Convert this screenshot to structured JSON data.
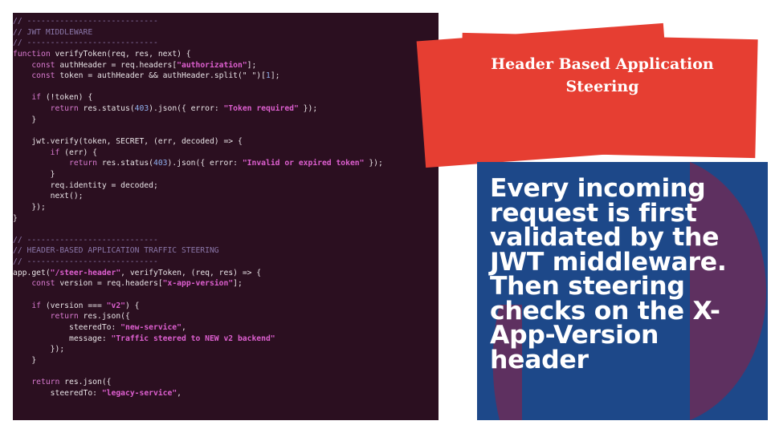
{
  "code_editor": {
    "lines": [
      [
        {
          "t": "comment",
          "v": "// ----------------------------"
        }
      ],
      [
        {
          "t": "comment",
          "v": "// JWT MIDDLEWARE"
        }
      ],
      [
        {
          "t": "comment",
          "v": "// ----------------------------"
        }
      ],
      [
        {
          "t": "keyword",
          "v": "function"
        },
        {
          "t": "plain",
          "v": " verifyToken(req, res, next) {"
        }
      ],
      [
        {
          "t": "plain",
          "v": "    "
        },
        {
          "t": "keyword",
          "v": "const"
        },
        {
          "t": "plain",
          "v": " authHeader = req.headers["
        },
        {
          "t": "string",
          "v": "\"authorization\""
        },
        {
          "t": "plain",
          "v": "];"
        }
      ],
      [
        {
          "t": "plain",
          "v": "    "
        },
        {
          "t": "keyword",
          "v": "const"
        },
        {
          "t": "plain",
          "v": " token = authHeader && authHeader.split(\" \")["
        },
        {
          "t": "number",
          "v": "1"
        },
        {
          "t": "plain",
          "v": "];"
        }
      ],
      [],
      [
        {
          "t": "plain",
          "v": "    "
        },
        {
          "t": "keyword",
          "v": "if"
        },
        {
          "t": "plain",
          "v": " (!token) {"
        }
      ],
      [
        {
          "t": "plain",
          "v": "        "
        },
        {
          "t": "keyword",
          "v": "return"
        },
        {
          "t": "plain",
          "v": " res.status("
        },
        {
          "t": "number",
          "v": "403"
        },
        {
          "t": "plain",
          "v": ").json({ error: "
        },
        {
          "t": "string",
          "v": "\"Token required\""
        },
        {
          "t": "plain",
          "v": " });"
        }
      ],
      [
        {
          "t": "plain",
          "v": "    }"
        }
      ],
      [],
      [
        {
          "t": "plain",
          "v": "    jwt.verify(token, SECRET, (err, decoded) => {"
        }
      ],
      [
        {
          "t": "plain",
          "v": "        "
        },
        {
          "t": "keyword",
          "v": "if"
        },
        {
          "t": "plain",
          "v": " (err) {"
        }
      ],
      [
        {
          "t": "plain",
          "v": "            "
        },
        {
          "t": "keyword",
          "v": "return"
        },
        {
          "t": "plain",
          "v": " res.status("
        },
        {
          "t": "number",
          "v": "403"
        },
        {
          "t": "plain",
          "v": ").json({ error: "
        },
        {
          "t": "string",
          "v": "\"Invalid or expired token\""
        },
        {
          "t": "plain",
          "v": " });"
        }
      ],
      [
        {
          "t": "plain",
          "v": "        }"
        }
      ],
      [
        {
          "t": "plain",
          "v": "        req.identity = decoded;"
        }
      ],
      [
        {
          "t": "plain",
          "v": "        next();"
        }
      ],
      [
        {
          "t": "plain",
          "v": "    });"
        }
      ],
      [
        {
          "t": "plain",
          "v": "}"
        }
      ],
      [],
      [
        {
          "t": "comment",
          "v": "// ----------------------------"
        }
      ],
      [
        {
          "t": "comment",
          "v": "// HEADER-BASED APPLICATION TRAFFIC STEERING"
        }
      ],
      [
        {
          "t": "comment",
          "v": "// ----------------------------"
        }
      ],
      [
        {
          "t": "plain",
          "v": "app.get("
        },
        {
          "t": "string",
          "v": "\"/steer-header\""
        },
        {
          "t": "plain",
          "v": ", verifyToken, (req, res) => {"
        }
      ],
      [
        {
          "t": "plain",
          "v": "    "
        },
        {
          "t": "keyword",
          "v": "const"
        },
        {
          "t": "plain",
          "v": " version = req.headers["
        },
        {
          "t": "string",
          "v": "\"x-app-version\""
        },
        {
          "t": "plain",
          "v": "];"
        }
      ],
      [],
      [
        {
          "t": "plain",
          "v": "    "
        },
        {
          "t": "keyword",
          "v": "if"
        },
        {
          "t": "plain",
          "v": " (version === "
        },
        {
          "t": "string",
          "v": "\"v2\""
        },
        {
          "t": "plain",
          "v": ") {"
        }
      ],
      [
        {
          "t": "plain",
          "v": "        "
        },
        {
          "t": "keyword",
          "v": "return"
        },
        {
          "t": "plain",
          "v": " res.json({"
        }
      ],
      [
        {
          "t": "plain",
          "v": "            steeredTo: "
        },
        {
          "t": "string",
          "v": "\"new-service\""
        },
        {
          "t": "plain",
          "v": ","
        }
      ],
      [
        {
          "t": "plain",
          "v": "            message: "
        },
        {
          "t": "string",
          "v": "\"Traffic steered to NEW v2 backend\""
        }
      ],
      [
        {
          "t": "plain",
          "v": "        });"
        }
      ],
      [
        {
          "t": "plain",
          "v": "    }"
        }
      ],
      [],
      [
        {
          "t": "plain",
          "v": "    "
        },
        {
          "t": "keyword",
          "v": "return"
        },
        {
          "t": "plain",
          "v": " res.json({"
        }
      ],
      [
        {
          "t": "plain",
          "v": "        steeredTo: "
        },
        {
          "t": "string",
          "v": "\"legacy-service\""
        },
        {
          "t": "plain",
          "v": ","
        }
      ]
    ]
  },
  "title_card": {
    "title": "Header Based Application Steering"
  },
  "info_card": {
    "text": "Every incoming request is first validated by the JWT middleware. Then steering checks on the X-App-Version header"
  },
  "colors": {
    "code_background": "#2b0f20",
    "code_comment": "#8a76a8",
    "code_keyword": "#d97ad0",
    "code_string": "#dd5fcf",
    "code_number": "#8fb0ef",
    "title_card_red": "#e63e32",
    "info_card_blue": "#1d4889",
    "info_card_decor": "#5e3060"
  }
}
